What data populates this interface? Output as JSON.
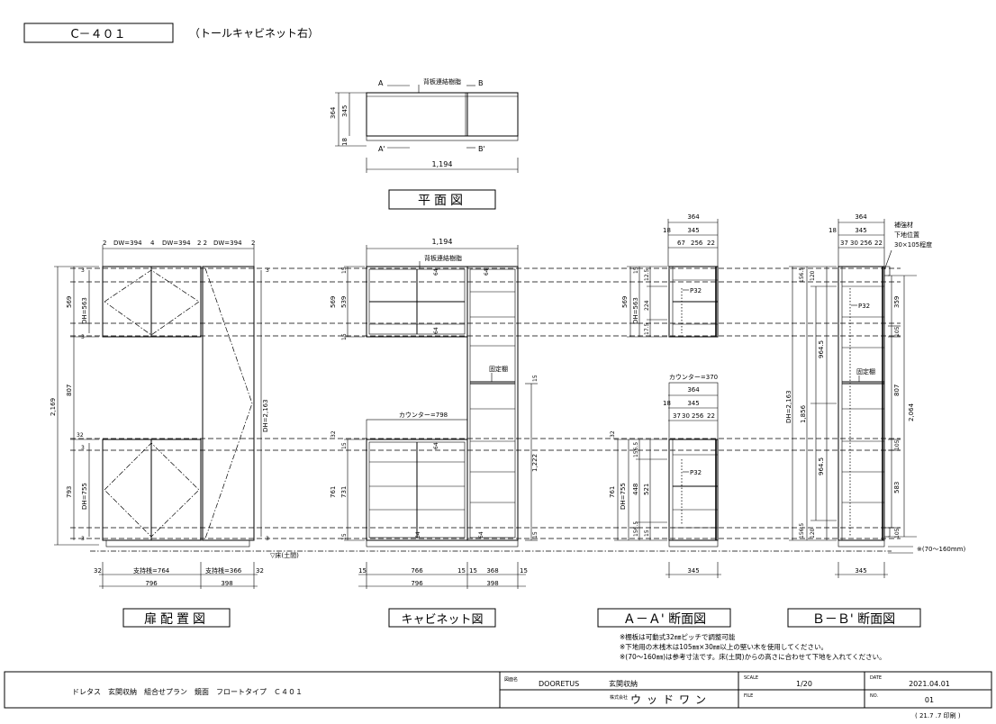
{
  "header": {
    "code": "C－４０１",
    "subtitle": "（トールキャビネット右）"
  },
  "plan": {
    "title": "平面図",
    "note": "背板連結樹脂",
    "mark_a": "A",
    "mark_b": "B",
    "mark_a2": "A'",
    "mark_b2": "B'",
    "dim_depth": "345",
    "dim_total": "364",
    "dim_front": "18",
    "dim_width": "1,194"
  },
  "door_layout": {
    "title": "扉配置図",
    "top_dims": [
      "2",
      "DW=394",
      "4",
      "DW=394",
      "2 2",
      "DW=394",
      "2"
    ],
    "left_dims": [
      "569",
      "807",
      "793"
    ],
    "overall_height": "2,169",
    "dh_upper": "DH=563",
    "dh_lower": "DH=755",
    "dh_tall": "DH=2,163",
    "small_3": "3",
    "small_32": "32",
    "support_1": "支持桟=764",
    "support_2": "支持桟=366",
    "bottom_1": "796",
    "bottom_2": "398",
    "edge_32": "32"
  },
  "cabinet": {
    "title": "キャビネット図",
    "top_width": "1,194",
    "note_top": "背板連結樹脂",
    "fixed_shelf": "固定棚",
    "counter": "カウンター=798",
    "left_dims": [
      "569",
      "539",
      "761",
      "731"
    ],
    "small_15": "15",
    "small_32": "32",
    "dim_64": "64",
    "dim_1222": "1,222",
    "bottom_dims": [
      "15",
      "766",
      "15",
      "15",
      "368",
      "15"
    ],
    "bottom_totals": [
      "796",
      "398"
    ],
    "floor": "▽床(土間)"
  },
  "section_a": {
    "title": "Ａ－Ａ' 断面図",
    "top_total": "364",
    "top_18": "18",
    "top_345": "345",
    "top_parts": [
      "67",
      "256",
      "22"
    ],
    "counter": "カウンター=370",
    "mid_total": "364",
    "mid_345": "345",
    "mid_parts": [
      "37",
      "30",
      "256",
      "22"
    ],
    "upper_dims": [
      "569",
      "DH=563",
      "17.5",
      "224",
      "17.5",
      "12.5"
    ],
    "lower_dims": [
      "761",
      "DH=755",
      "156.5",
      "448",
      "521",
      "156.5",
      "15"
    ],
    "p32": "P32",
    "bottom": "345",
    "small_32": "32",
    "small_15": "15"
  },
  "section_b": {
    "title": "Ｂ－Ｂ' 断面図",
    "top_total": "364",
    "top_18": "18",
    "top_345": "345",
    "top_parts": [
      "37",
      "30",
      "256",
      "22"
    ],
    "reinforce": "補強材",
    "reinforce_2": "下地位置",
    "reinforce_3": "30×105程度",
    "dims_left": [
      "156.5",
      "120",
      "964.5",
      "964.5",
      "156.5",
      "120"
    ],
    "dh_tall": "DH=2,163",
    "dim_1856": "1,856",
    "right_dims": [
      "359",
      "105",
      "807",
      "105",
      "583",
      "105"
    ],
    "overall": "2,064",
    "p32": "P32",
    "fixed_shelf": "固定棚",
    "gap_note": "※(70～160mm)",
    "bottom": "345"
  },
  "notes": [
    "※棚板は可動式32㎜ピッチで調整可能",
    "※下地用の木桟木は105㎜×30㎜以上の堅い木を使用してください。",
    "※(70～160㎜)は参考寸法です。床(土間)からの高さに合わせて下地を入れてください。"
  ],
  "title_block": {
    "description": "ドレタス　玄関収納　組合せプラン　鏡面　フロートタイプ　Ｃ４０１",
    "drawing_name_label": "図面名",
    "product": "DOORETUS",
    "category": "玄関収納",
    "company_label": "株式会社",
    "company": "ウッドワン",
    "scale_label": "SCALE",
    "scale": "1/20",
    "file_label": "FILE",
    "date_label": "DATE",
    "date": "2021.04.01",
    "no_label": "NO.",
    "no": "01",
    "printed": "( 21.7 .7 印刷 )"
  }
}
